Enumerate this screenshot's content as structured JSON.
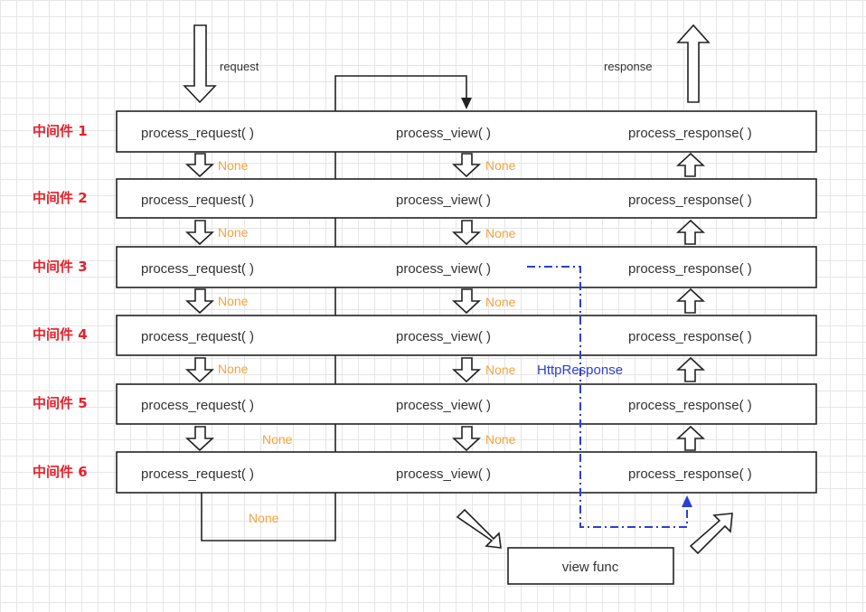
{
  "labels": {
    "request": "request",
    "response": "response",
    "http_response": "HttpResponse",
    "view_func": "view func",
    "bottom_none": "None"
  },
  "layers": [
    {
      "label": "中间件 1",
      "request": "process_request( )",
      "view": "process_view( )",
      "response": "process_response( )"
    },
    {
      "label": "中间件 2",
      "request": "process_request( )",
      "view": "process_view( )",
      "response": "process_response( )"
    },
    {
      "label": "中间件 3",
      "request": "process_request( )",
      "view": "process_view( )",
      "response": "process_response( )"
    },
    {
      "label": "中间件 4",
      "request": "process_request( )",
      "view": "process_view( )",
      "response": "process_response( )"
    },
    {
      "label": "中间件 5",
      "request": "process_request( )",
      "view": "process_view( )",
      "response": "process_response( )"
    },
    {
      "label": "中间件 6",
      "request": "process_request( )",
      "view": "process_view( )",
      "response": "process_response( )"
    }
  ],
  "gaps": [
    {
      "request_none": "None",
      "view_none": "None"
    },
    {
      "request_none": "None",
      "view_none": "None"
    },
    {
      "request_none": "None",
      "view_none": "None"
    },
    {
      "request_none": "None",
      "view_none": "None"
    },
    {
      "request_none": "None",
      "view_none": "None"
    }
  ],
  "colors": {
    "layer_label": "#e8202a",
    "none_label": "#f5a23c",
    "http_response": "#2a3ed8",
    "stroke": "#222222"
  }
}
